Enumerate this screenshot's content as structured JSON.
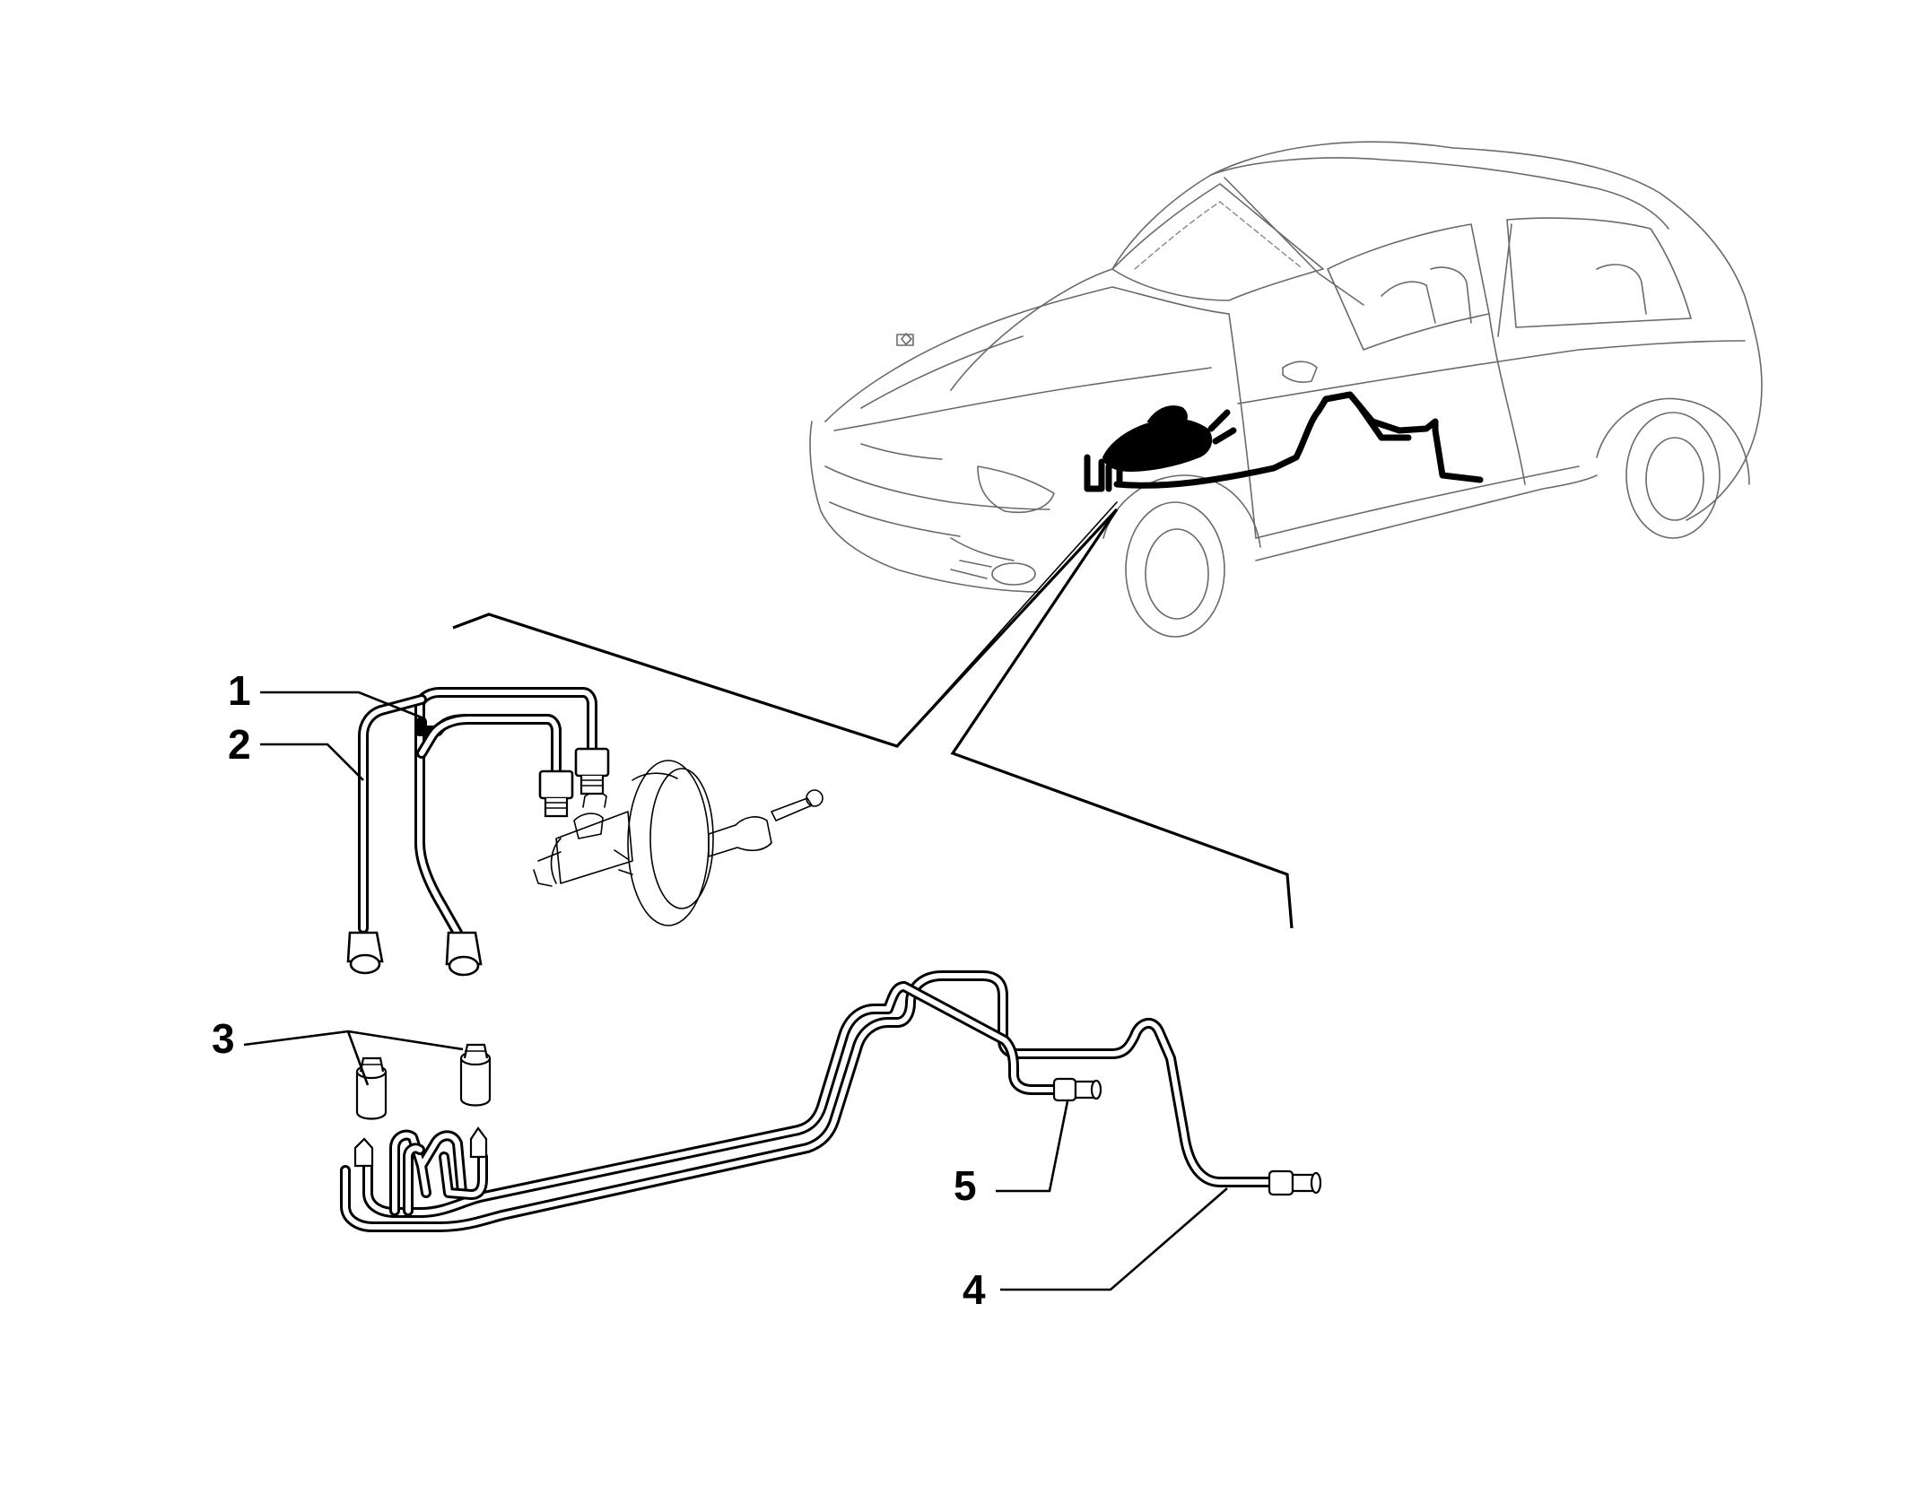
{
  "diagram": {
    "callouts": [
      {
        "id": "1",
        "label": "1"
      },
      {
        "id": "2",
        "label": "2"
      },
      {
        "id": "3",
        "label": "3"
      },
      {
        "id": "4",
        "label": "4"
      },
      {
        "id": "5",
        "label": "5"
      }
    ],
    "colors": {
      "ink": "#000000",
      "outline": "#6a6a6a",
      "background": "#ffffff"
    }
  }
}
